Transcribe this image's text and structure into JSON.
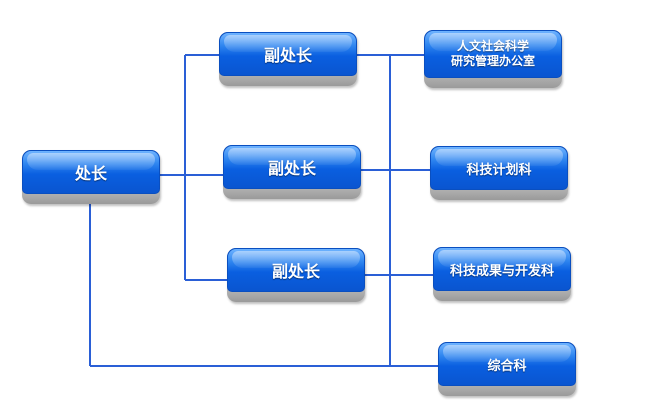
{
  "diagram": {
    "root": "处长",
    "deputies": [
      "副处长",
      "副处长",
      "副处长"
    ],
    "departments": [
      [
        "人文社会科学",
        "研究管理办公室"
      ],
      [
        "科技计划科"
      ],
      [
        "科技成果与开发科"
      ],
      [
        "综合科"
      ]
    ]
  },
  "colors": {
    "box_blue": "#0a5fe0",
    "line_blue": "#2a5fd6"
  }
}
